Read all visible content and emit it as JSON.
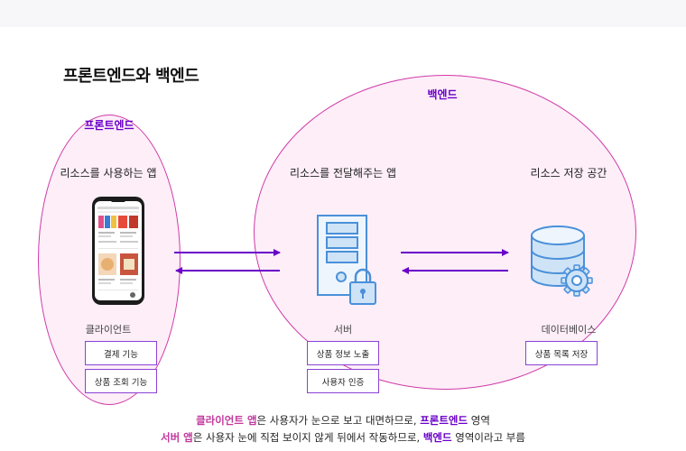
{
  "title": "프론트엔드와 백엔드",
  "regions": {
    "frontend": "프론트엔드",
    "backend": "백엔드"
  },
  "columns": {
    "client_title": "리소스를 사용하는 앱",
    "server_title": "리소스를 전달해주는 앱",
    "db_title": "리소스 저장 공간"
  },
  "components": {
    "client_label": "클라이언트",
    "server_label": "서버",
    "db_label": "데이터베이스"
  },
  "tags": {
    "client": [
      "결제 기능",
      "상품 조회 기능"
    ],
    "server": [
      "상품 정보 노출",
      "사용자 인증"
    ],
    "db": [
      "상품 목록 저장"
    ]
  },
  "caption": {
    "line1": {
      "hl1": "클라이언트 앱",
      "t1": "은 사용자가 눈으로 보고 대면하므로, ",
      "hl2": "프론트엔드",
      "t2": " 영역"
    },
    "line2": {
      "hl1": "서버 앱",
      "t1": "은 사용자 눈에 직접 보이지 않게 뒤에서 작동하므로, ",
      "hl2": "백엔드",
      "t2": " 영역이라고 부름"
    }
  },
  "colors": {
    "ellipse_border": "#d03aa8",
    "ellipse_fill": "#fdeef8",
    "accent_purple": "#6a00c9",
    "accent_pink": "#c23a9e",
    "icon_blue": "#4a90d9",
    "icon_blue_fill": "#cfe3f7"
  },
  "icons": [
    "smartphone-icon",
    "server-lock-icon",
    "database-gear-icon",
    "arrow-icon"
  ]
}
